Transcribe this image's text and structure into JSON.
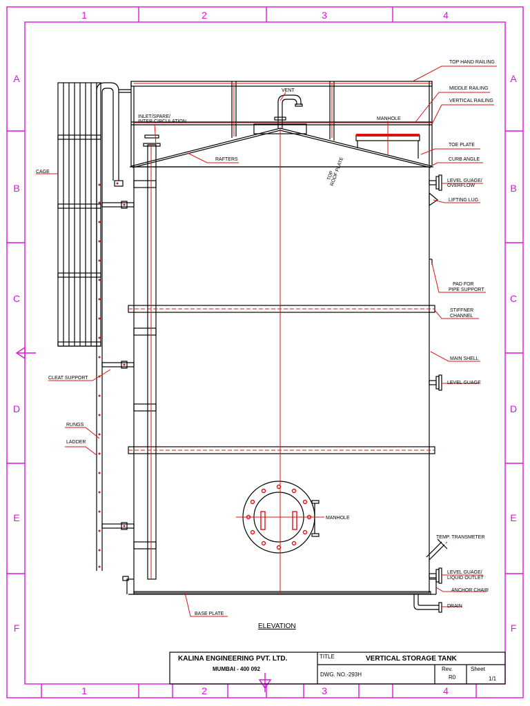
{
  "border": {
    "columns": [
      "1",
      "2",
      "3",
      "4"
    ],
    "rows": [
      "A",
      "B",
      "C",
      "D",
      "E",
      "F"
    ]
  },
  "labels": {
    "top_hand_railing": "TOP HAND RAILING",
    "middle_railing": "MIDDLE RAILING",
    "vertical_railing": "VERTICAL RAILING",
    "vent": "VENT",
    "inlet_line1": "INLET/SPARE/",
    "inlet_line2": "INTER CIRCULATION",
    "manhole_top": "MANHOLE",
    "toe_plate": "TOE PLATE",
    "curb_angle": "CURB ANGLE",
    "rafters": "RAFTERS",
    "top_roof_plate_line1": "TOP",
    "top_roof_plate_line2": "ROOF PLATE",
    "cage": "CAGE",
    "level_guage_overflow_line1": "LEVEL GUAGE/",
    "level_guage_overflow_line2": "OVERFLOW",
    "lifting_lug": "LIFTING LUG",
    "pad_line1": "PAD FOR",
    "pad_line2": "PIPE SUPPORT",
    "stiffner_line1": "STIFFNER",
    "stiffner_line2": "CHANNEL",
    "main_shell": "MAIN SHELL",
    "cleat_support": "CLEAT SUPPORT",
    "level_guage": "LEVEL GUAGE",
    "rungs": "RUNGS",
    "ladder": "LADDER",
    "manhole_shell": "MANHOLE",
    "temp_transmeter": "TEMP. TRANSMETER",
    "level_guage_liquid_line1": "LEVEL GUAGE/",
    "level_guage_liquid_line2": "LIQUID OUTLET",
    "anchor_chair": "ANCHOR CHAIR",
    "drain": "DRAIN",
    "base_plate": "BASE PLATE",
    "elevation": "ELEVATION"
  },
  "title_block": {
    "company": "KALINA ENGINEERING PVT. LTD.",
    "city": "MUMBAI - 400 092",
    "title_label": "TITLE",
    "title": "VERTICAL  STORAGE TANK",
    "dwg_no": "DWG.  NO.-293H",
    "rev_label": "Rev.",
    "rev": "R0",
    "sheet_label": "Sheet",
    "sheet": "1/1"
  },
  "colors": {
    "frame": "#e010e0",
    "red": "#e01010",
    "line": "#000000"
  }
}
